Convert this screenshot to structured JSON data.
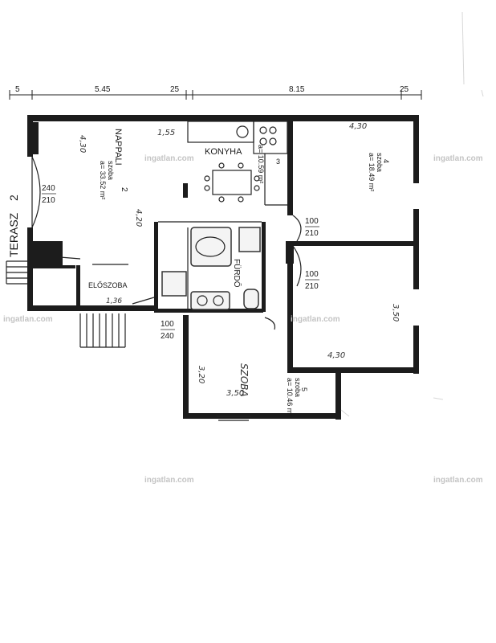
{
  "dimensions": {
    "top": [
      "5",
      "5.45",
      "25",
      "8.15",
      "25"
    ]
  },
  "rooms": {
    "terrace": "TERASZ",
    "living_number": "2",
    "living_name": "NAPPALI",
    "living_type": "szoba",
    "living_area": "a= 33.52 m²",
    "kitchen": "KONYHA",
    "kitchen_number": "3",
    "kitchen_area": "a= 10.59 m²",
    "room4_number": "4",
    "room4_type": "szoba",
    "room4_area": "a= 18.49 m²",
    "bath": "FÜRDŐ",
    "entrance": "ELŐSZOBA",
    "room_hand": "SZOBA",
    "room5_number": "5",
    "room5_type": "szoba",
    "room5_area": "a= 10.46 m²"
  },
  "doors": {
    "d1_w": "240",
    "d1_h": "210",
    "d2_w": "100",
    "d2_h": "210",
    "d3_w": "100",
    "d3_h": "210",
    "d4_w": "100",
    "d4_h": "240"
  },
  "notes": {
    "n1": "4,30",
    "n2": "4,30",
    "n3": "1,55",
    "n4": "4,30",
    "n5": "3,50",
    "n6": "3,20",
    "n7": "3,50",
    "n8": "4,20",
    "n9": "1,36"
  },
  "watermark": "ingatlan.com"
}
